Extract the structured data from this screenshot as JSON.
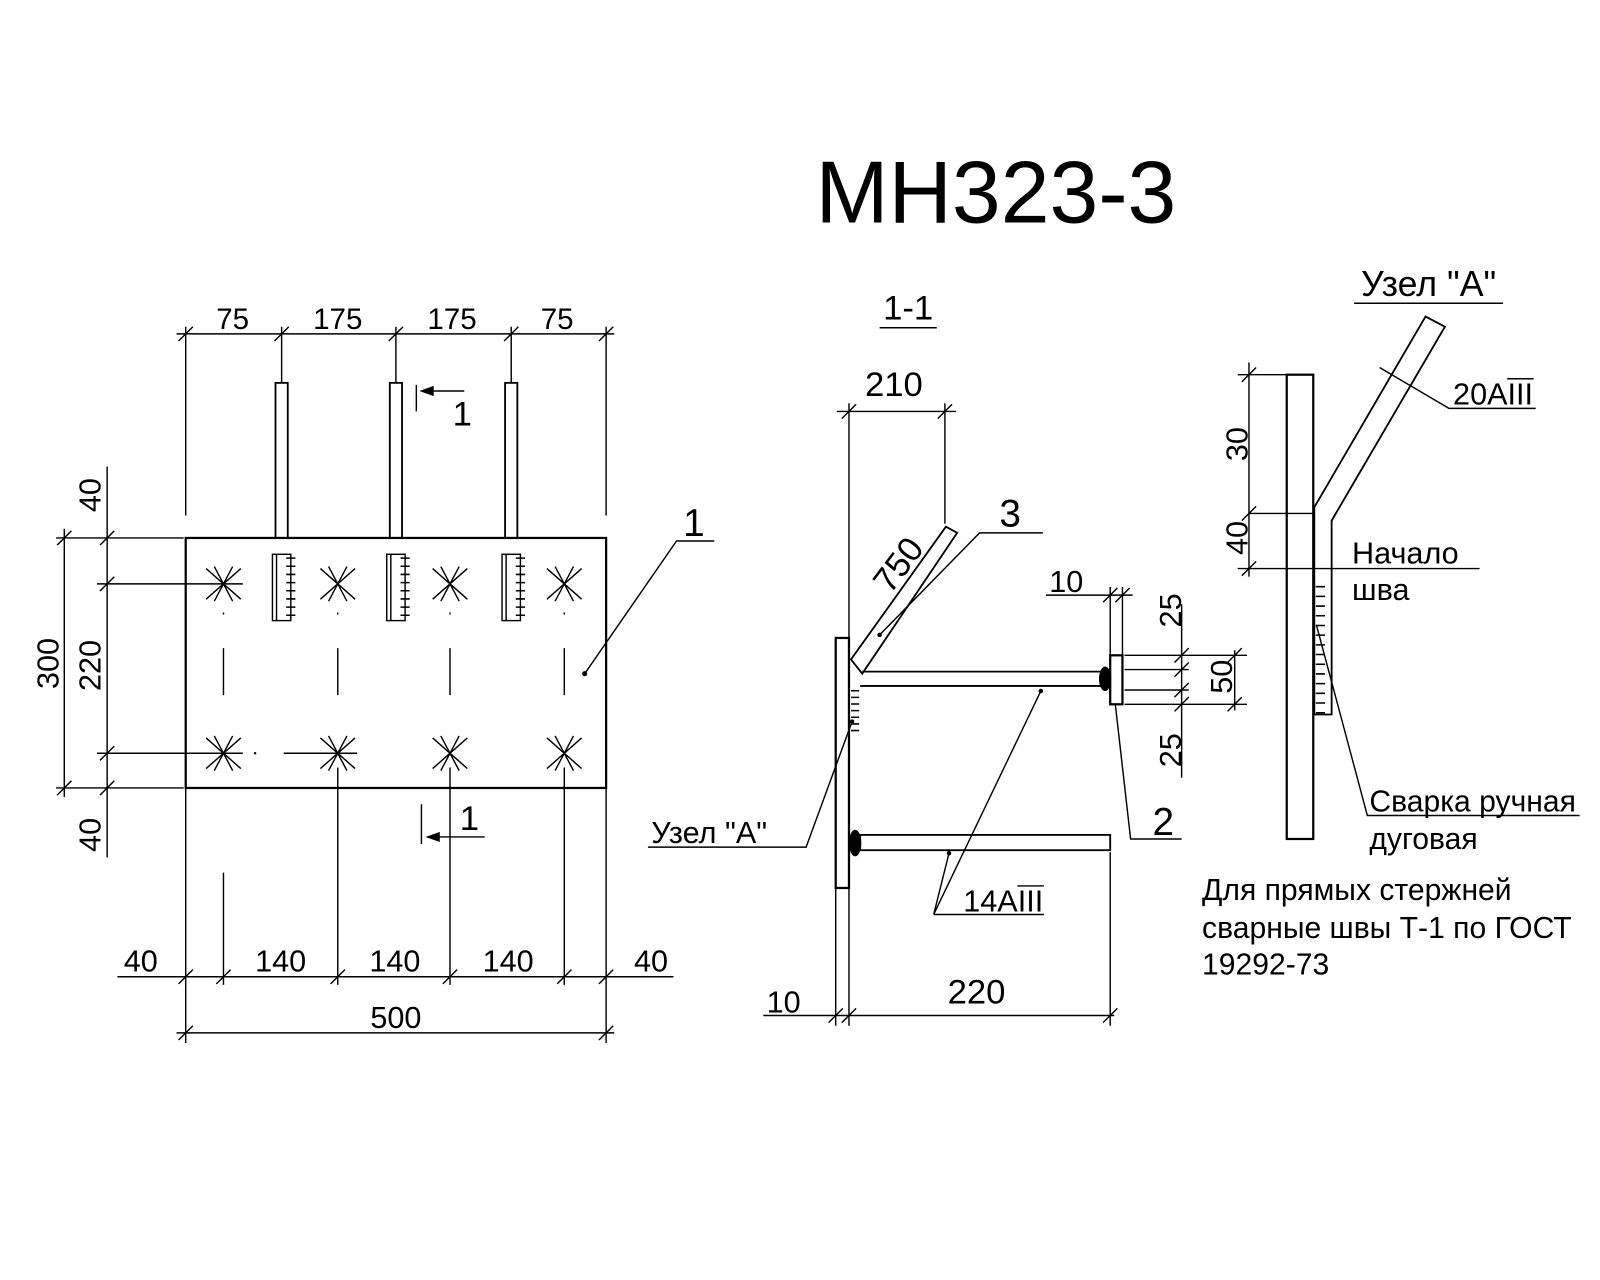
{
  "title": "МН323-3",
  "plan": {
    "top_dims": [
      "75",
      "175",
      "175",
      "75"
    ],
    "left_dims": {
      "top": "40",
      "overall": "300",
      "inner": "220",
      "bottom": "40"
    },
    "bottom_dims": [
      "40",
      "140",
      "140",
      "140",
      "40"
    ],
    "total_width": "500",
    "section_mark_top": "1",
    "section_mark_bottom": "1",
    "position_label": "1"
  },
  "section": {
    "title": "1-1",
    "width_dim": "210",
    "bar_length_dim": "750",
    "position_3": "3",
    "end_plate_dim": "10",
    "right_dims": [
      "25",
      "50",
      "25"
    ],
    "position_2": "2",
    "node_label": "Узел \"А\"",
    "rebar_diameter": "14А",
    "rebar_class": "III",
    "plate_thickness_dim": "10",
    "rod_length_dim": "220"
  },
  "detail": {
    "title": "Узел \"А\"",
    "rebar_diameter": "20А",
    "rebar_class": "III",
    "dim_upper": "30",
    "dim_lower": "40",
    "weld_start": [
      "Начало",
      "шва"
    ],
    "weld_type": [
      "Сварка ручная",
      "дуговая"
    ]
  },
  "notes": [
    "Для прямых стержней",
    "сварные швы Т-1 по ГОСТ",
    "19292-73"
  ]
}
